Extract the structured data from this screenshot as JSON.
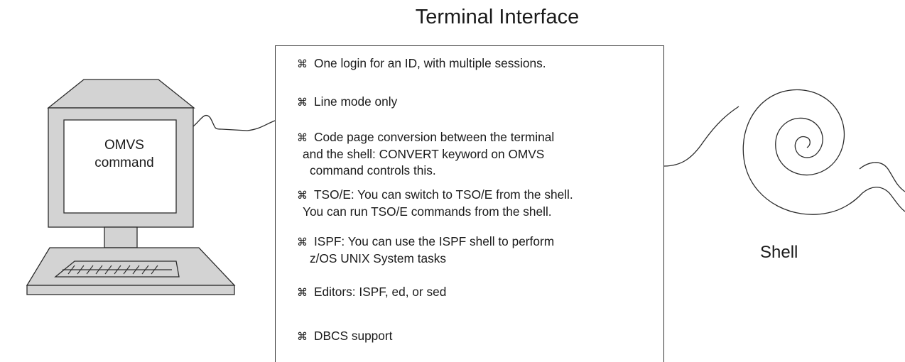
{
  "title": "Terminal Interface",
  "terminal": {
    "screen_lines": [
      "OMVS",
      "command"
    ]
  },
  "shell_label": "Shell",
  "bullet_symbol": "⌘",
  "features": [
    {
      "lines": [
        "One login for an ID, with multiple sessions."
      ]
    },
    {
      "lines": [
        "Line mode only"
      ]
    },
    {
      "lines": [
        "Code page conversion between the terminal",
        "and the shell: CONVERT keyword on OMVS",
        "command controls this."
      ]
    },
    {
      "lines": [
        "TSO/E: You can switch to TSO/E from  the shell.",
        "You can run TSO/E commands from the shell."
      ]
    },
    {
      "lines": [
        "ISPF: You can use the ISPF shell to perform",
        "z/OS UNIX System tasks"
      ]
    },
    {
      "lines": [
        "Editors: ISPF, ed, or sed"
      ]
    },
    {
      "lines": [
        "DBCS support"
      ]
    }
  ],
  "colors": {
    "terminal_fill": "#d3d3d3",
    "line": "#2b2b2b"
  }
}
